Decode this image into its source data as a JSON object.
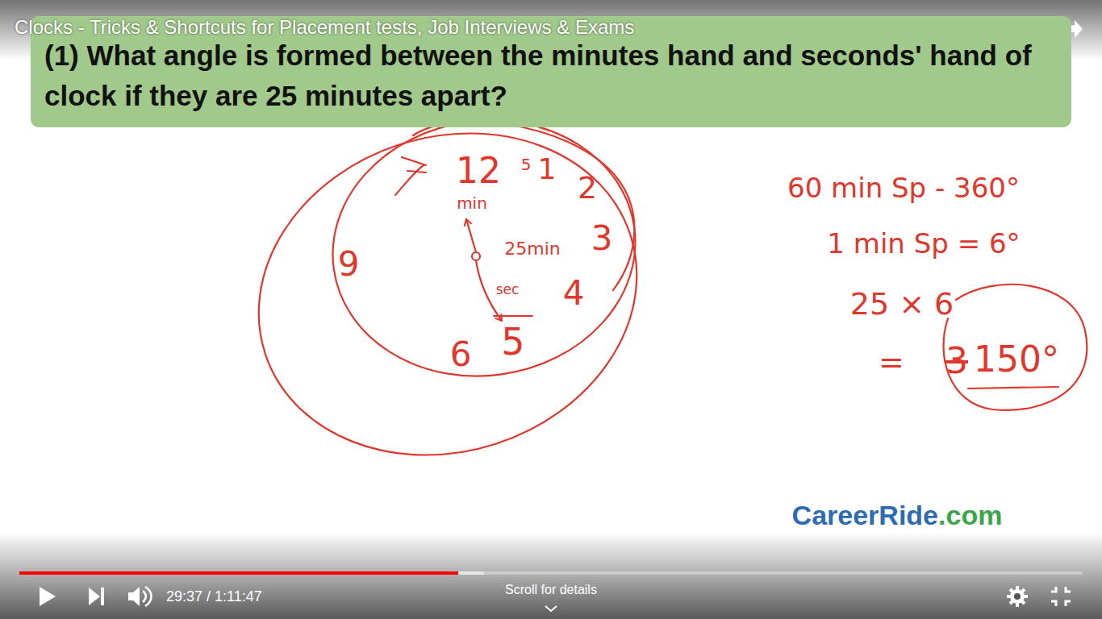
{
  "diagram": {
    "title": "Clocks - Tricks & Shortcuts for Placement tests, Job Interviews & Exams",
    "nodes": [
      {
        "text": [
          "(1) What angle is formed between the minutes hand and seconds' hand of clock if they are 25 minutes apart?"
        ]
      }
    ],
    "labels": [
      "12",
      "5",
      "1",
      "2",
      "3",
      "4",
      "6",
      "5",
      "9",
      "min",
      "25min",
      "sec",
      "60 min Sp - 360°",
      "1 min Sp = 6°",
      "25 × 6",
      "=",
      "3",
      "150°",
      "CareerRide",
      ".com",
      "29:37 / 1:11:47",
      "Scroll for details"
    ]
  }
}
